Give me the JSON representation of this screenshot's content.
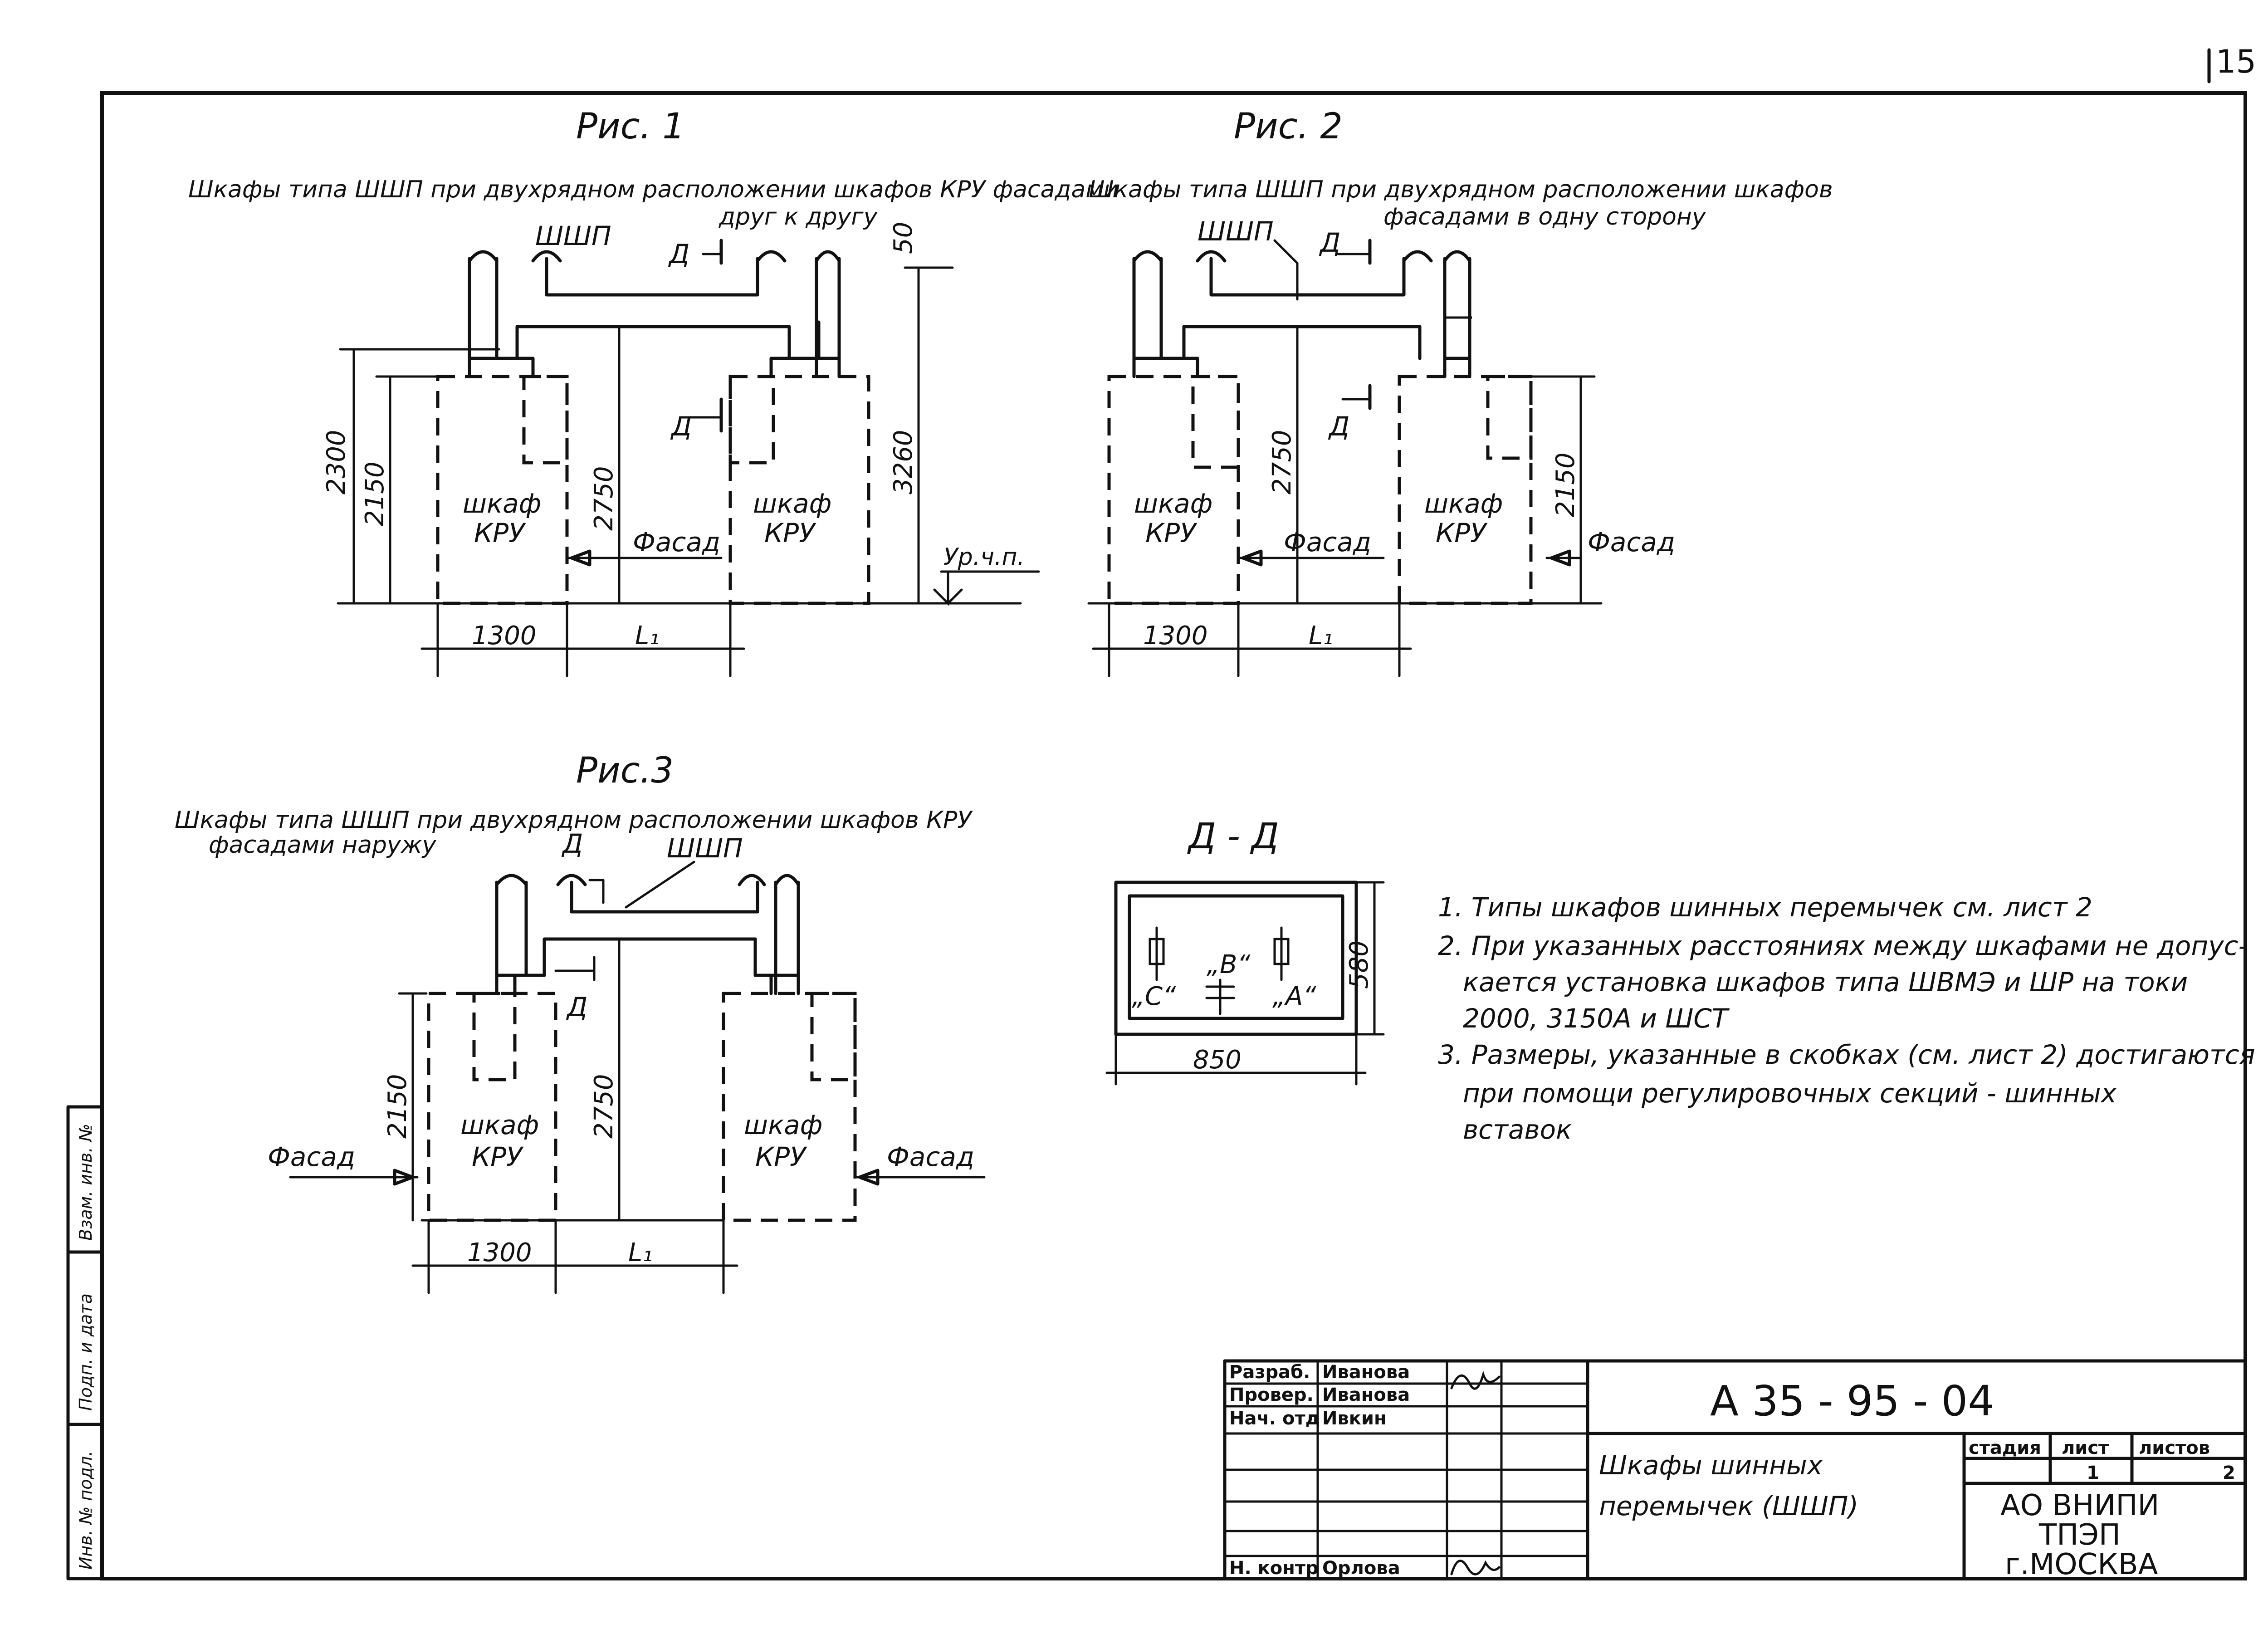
{
  "page_number": "15",
  "figures": {
    "fig1": {
      "title": "Рис. 1",
      "caption_line1": "Шкафы типа ШШП при двухрядном расположении шкафов КРУ фасадами",
      "caption_line2": "друг к другу",
      "label_shp": "ШШП",
      "label_d": "Д",
      "label_d2": "Д",
      "label_cabinet": "шкаф",
      "label_kru": "КРУ",
      "label_cabinet_r": "шкаф",
      "label_kru_r": "КРУ",
      "label_facade": "Фасад",
      "label_level": "Ур.ч.п.",
      "dim_2300": "2300",
      "dim_2150": "2150",
      "dim_2750": "2750",
      "dim_3260": "3260",
      "dim_50": "50",
      "dim_1300": "1300",
      "dim_l1": "L₁"
    },
    "fig2": {
      "title": "Рис. 2",
      "caption_line1": "Шкафы типа ШШП при двухрядном расположении шкафов",
      "caption_line2": "фасадами в одну сторону",
      "label_shp": "ШШП",
      "label_d": "Д",
      "label_d2": "Д",
      "label_cabinet": "шкаф",
      "label_kru": "КРУ",
      "label_cabinet_r": "шкаф",
      "label_kru_r": "КРУ",
      "label_facade": "Фасад",
      "label_facade_r": "Фасад",
      "dim_2750": "2750",
      "dim_2150": "2150",
      "dim_1300": "1300",
      "dim_l1": "L₁"
    },
    "fig3": {
      "title": "Рис.3",
      "caption_line1": "Шкафы типа ШШП при двухрядном расположении шкафов КРУ",
      "caption_line2": "фасадами наружу",
      "label_shp": "ШШП",
      "label_d": "Д",
      "label_d2": "Д",
      "label_cabinet": "шкаф",
      "label_kru": "КРУ",
      "label_cabinet_r": "шкаф",
      "label_kru_r": "КРУ",
      "label_facade_l": "Фасад",
      "label_facade_r": "Фасад",
      "dim_2150": "2150",
      "dim_2750": "2750",
      "dim_1300": "1300",
      "dim_l1": "L₁"
    },
    "section": {
      "title": "Д - Д",
      "phase_c": "„С“",
      "phase_b": "„В“",
      "phase_a": "„А“",
      "dim_580": "580",
      "dim_850": "850"
    }
  },
  "notes": [
    "1. Типы шкафов шинных перемычек см. лист 2",
    "2. При указанных расстояниях между шкафами не допус-",
    "кается установка шкафов типа ШВМЭ и ШР на токи",
    "2000, 3150А и ШСТ",
    "3. Размеры, указанные в скобках (см. лист 2) достигаются",
    "при помощи регулировочных секций - шинных",
    "вставок"
  ],
  "side_stamp": {
    "inv_podl": "Инв. № подл.",
    "podp_data": "Подп. и дата",
    "vzam_inv": "Взам. инв. №"
  },
  "title_block": {
    "rows": [
      {
        "role": "Разраб.",
        "name": "Иванова"
      },
      {
        "role": "Провер.",
        "name": "Иванова"
      },
      {
        "role": "Нач. отд",
        "name": "Ивкин"
      },
      {
        "role": "",
        "name": ""
      },
      {
        "role": "",
        "name": ""
      },
      {
        "role": "",
        "name": ""
      },
      {
        "role": "Н. контр",
        "name": "Орлова"
      }
    ],
    "doc_code": "А 35 - 95 - 04",
    "doc_title_line1": "Шкафы шинных",
    "doc_title_line2": "перемычек (ШШП)",
    "stage_header": "стадия",
    "sheet_header": "лист",
    "sheets_header": "листов",
    "sheet_value": "1",
    "sheets_value": "2",
    "org_line1": "АО ВНИПИ",
    "org_line2": "ТПЭП",
    "org_line3": "г.МОСКВА"
  }
}
